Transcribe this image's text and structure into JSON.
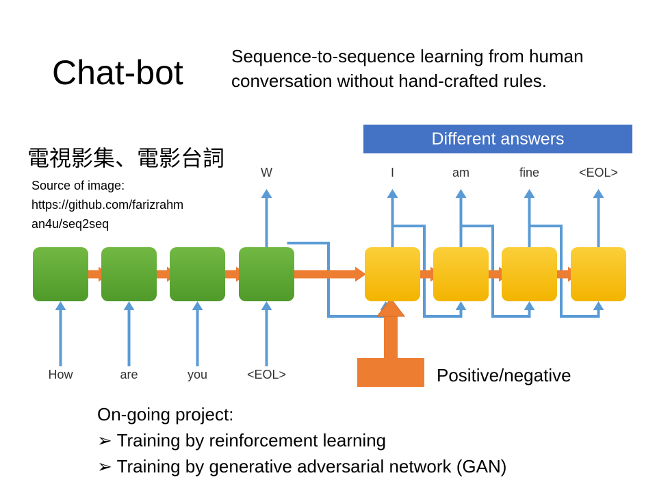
{
  "slide": {
    "title": "Chat-bot",
    "subtitle": "Sequence-to-sequence learning from human conversation without hand-crafted rules.",
    "cjk_caption": "電視影集、電影台詞",
    "source_lines": [
      "Source of image:",
      "https://github.com/farizrahm",
      "an4u/seq2seq"
    ],
    "banner": "Different answers",
    "feedback_label": "Positive/negative",
    "notes_heading": "On-going project:",
    "notes": [
      "Training by reinforcement learning",
      "Training by generative adversarial network (GAN)"
    ],
    "bullet_glyph": "➢"
  },
  "diagram": {
    "encoder_inputs": [
      "How",
      "are",
      "you",
      "<EOL>"
    ],
    "encoder_output": "W",
    "decoder_outputs": [
      "I",
      "am",
      "fine",
      "<EOL>"
    ],
    "colors": {
      "encoder": "#63ad36",
      "decoder": "#f9c212",
      "arrow": "#ed7d31",
      "connector": "#5b9bd5",
      "banner": "#4472c4"
    }
  }
}
